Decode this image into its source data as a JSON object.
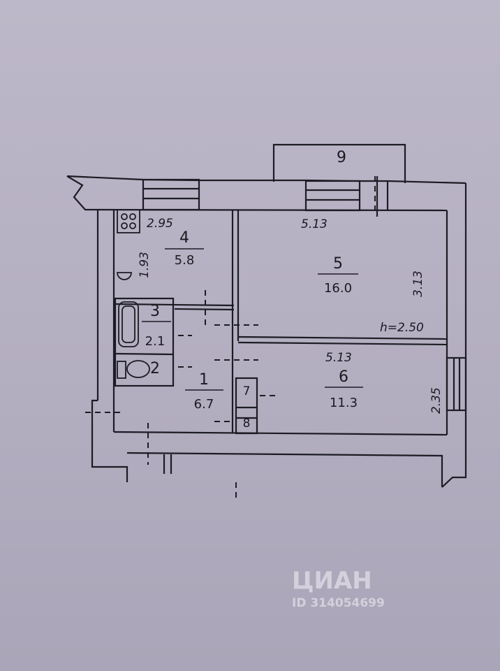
{
  "plan": {
    "rooms": [
      {
        "key": "r1",
        "number": "1",
        "area": "6.7"
      },
      {
        "key": "r2",
        "number": "2",
        "area": ""
      },
      {
        "key": "r3",
        "number": "3",
        "area": "2.1"
      },
      {
        "key": "r4",
        "number": "4",
        "area": "5.8"
      },
      {
        "key": "r5",
        "number": "5",
        "area": "16.0"
      },
      {
        "key": "r6",
        "number": "6",
        "area": "11.3"
      },
      {
        "key": "r7",
        "number": "7",
        "area": ""
      },
      {
        "key": "r8",
        "number": "8",
        "area": ""
      },
      {
        "key": "r9",
        "number": "9",
        "area": ""
      }
    ],
    "dimensions": {
      "kitchen_width": "2.95",
      "kitchen_depth": "1.93",
      "room5_width": "5.13",
      "room5_depth": "3.13",
      "room6_width": "5.13",
      "room6_depth": "2.35",
      "ceiling_height": "h=2.50"
    },
    "watermark": {
      "brand": "ЦИАН",
      "id": "ID 314054699"
    }
  }
}
